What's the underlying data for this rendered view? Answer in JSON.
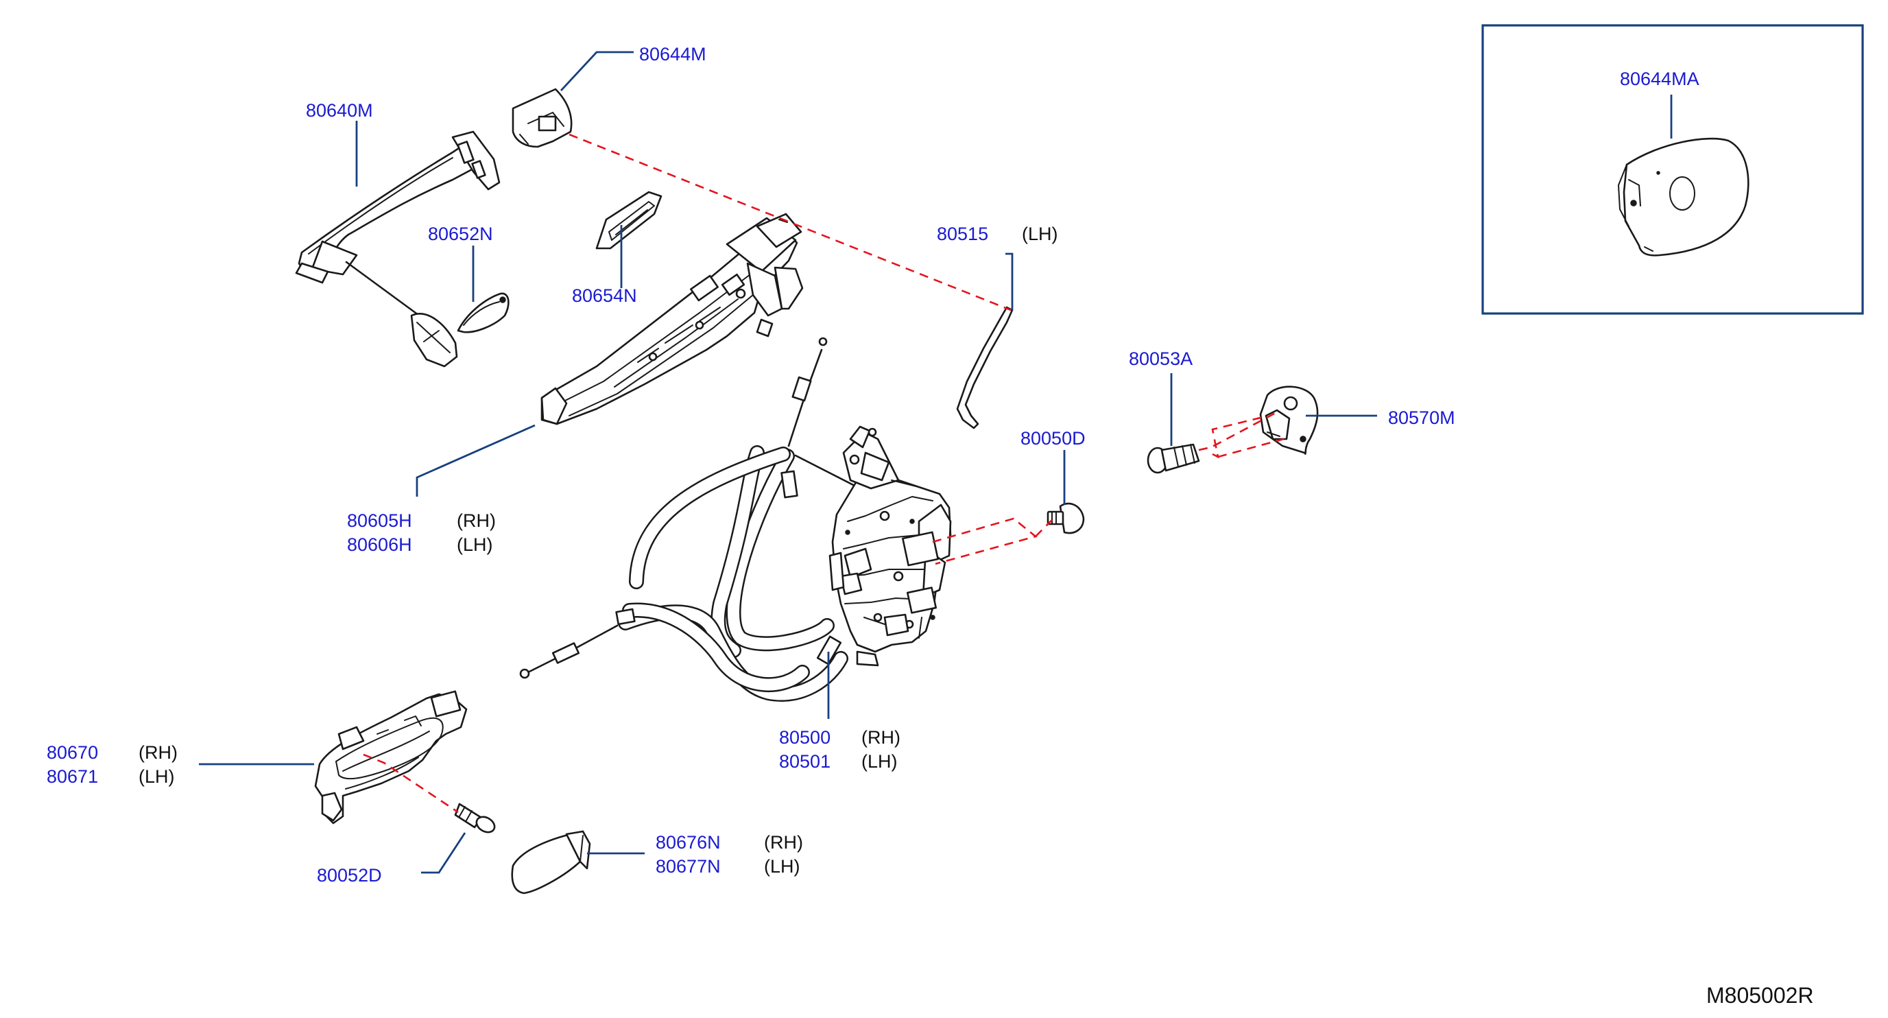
{
  "diagram": {
    "reference_code": "M805002R",
    "colors": {
      "part_number": "#1a1ad2",
      "leader_line": "#17407e",
      "alignment_dash": "#e4141e",
      "outline": "#1a1a1a"
    },
    "callouts": {
      "c80640M": {
        "part": "80640M"
      },
      "c80644M": {
        "part": "80644M"
      },
      "c80652N": {
        "part": "80652N"
      },
      "c80654N": {
        "part": "80654N"
      },
      "c80515": {
        "part": "80515",
        "note": "(LH)"
      },
      "c80605H": {
        "part": "80605H",
        "note": "(RH)"
      },
      "c80606H": {
        "part": "80606H",
        "note": "(LH)"
      },
      "c80053A": {
        "part": "80053A"
      },
      "c80570M": {
        "part": "80570M"
      },
      "c80050D": {
        "part": "80050D"
      },
      "c80500": {
        "part": "80500",
        "note": "(RH)"
      },
      "c80501": {
        "part": "80501",
        "note": "(LH)"
      },
      "c80670": {
        "part": "80670",
        "note": "(RH)"
      },
      "c80671": {
        "part": "80671",
        "note": "(LH)"
      },
      "c80052D": {
        "part": "80052D"
      },
      "c80676N": {
        "part": "80676N",
        "note": "(RH)"
      },
      "c80677N": {
        "part": "80677N",
        "note": "(LH)"
      },
      "c80644MA": {
        "part": "80644MA"
      }
    }
  }
}
